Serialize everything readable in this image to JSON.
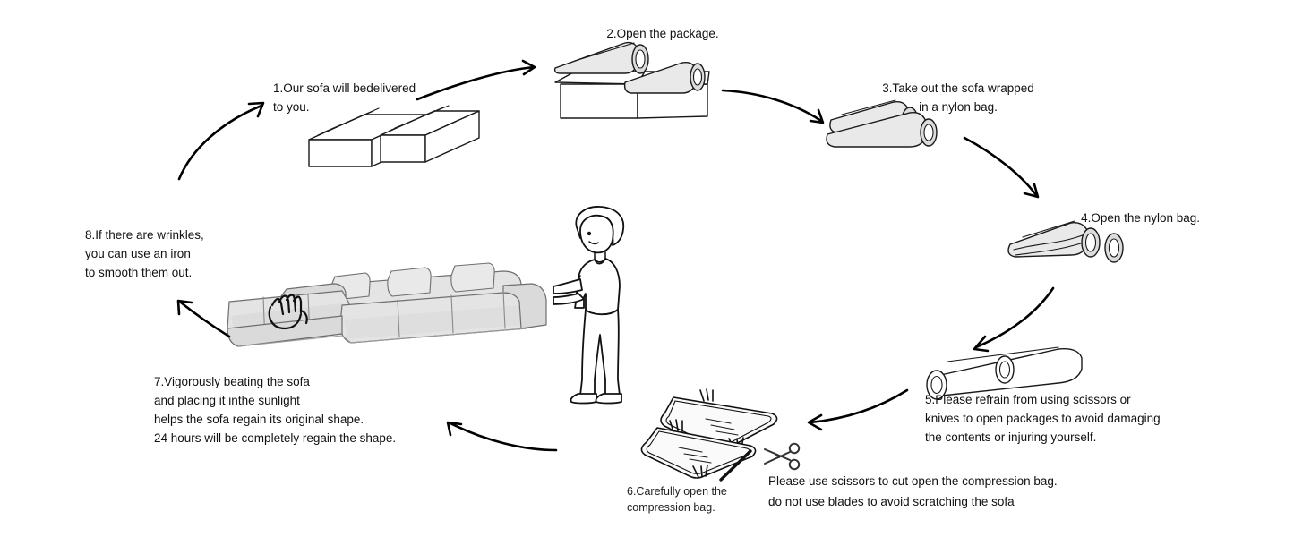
{
  "page": {
    "title": "Sofa unpacking instructions",
    "background_color": "#ffffff",
    "ink_color": "#111111"
  },
  "steps": [
    {
      "number": "1",
      "text": "1.Our sofa will bedelivered\nto you.",
      "illustration": "two-cardboard-boxes"
    },
    {
      "number": "2",
      "text": "2.Open the package.",
      "illustration": "open-carton-with-two-rolls"
    },
    {
      "number": "3",
      "text": "3.Take out the sofa wrapped\nin a nylon bag.",
      "illustration": "two-nylon-wrapped-rolls"
    },
    {
      "number": "4",
      "text": "4.Open the nylon bag.",
      "illustration": "nylon-bag-being-opened"
    },
    {
      "number": "5",
      "text": "5.Please refrain from using scissors or\nknives to open packages to avoid damaging\nthe contents or injuring yourself.",
      "illustration": "two-bare-rolls"
    },
    {
      "number": "6",
      "text": "6.Carefully open the\ncompression bag.",
      "illustration": "two-flat-compression-bags-with-scissors"
    },
    {
      "number": "7",
      "text": "7.Vigorously beating the sofa\nand placing it inthe sunlight\nhelps the sofa regain its original shape.\n24 hours will be completely regain the shape.",
      "illustration": "sectional-sofa-with-person"
    },
    {
      "number": "8",
      "text": "8.If there are wrinkles,\nyou can use an iron\nto smooth them out.",
      "illustration": "hand-smoothing-scribble-on-sofa"
    }
  ],
  "notes": [
    {
      "id": "scissors-note",
      "text": "Please use scissors to cut open the compression bag.\ndo not use blades to avoid scratching the sofa",
      "icon": "scissors-icon"
    }
  ],
  "flow": {
    "direction": "clockwise",
    "arrows": [
      {
        "from": "1",
        "to": "2"
      },
      {
        "from": "2",
        "to": "3"
      },
      {
        "from": "3",
        "to": "4"
      },
      {
        "from": "4",
        "to": "5"
      },
      {
        "from": "5",
        "to": "6"
      },
      {
        "from": "6",
        "to": "7"
      },
      {
        "from": "7",
        "to": "8"
      },
      {
        "from": "8",
        "to": "1"
      }
    ]
  }
}
